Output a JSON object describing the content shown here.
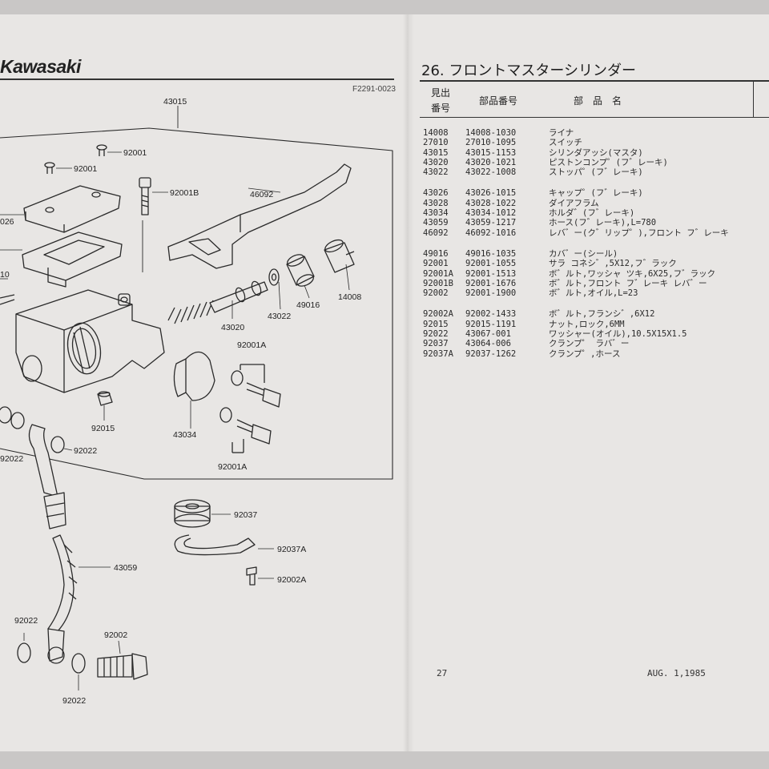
{
  "header": {
    "brand": "Kawasaki",
    "figure_code": "F2291-0023",
    "section_title": "26. フロントマスターシリンダー",
    "col_ref_line1": "見出",
    "col_ref_line2": "番号",
    "col_part_no": "部品番号",
    "col_part_name": "部　品　名"
  },
  "parts_groups": [
    [
      {
        "ref": "14008",
        "part_no": "14008-1030",
        "name": "ライナ"
      },
      {
        "ref": "27010",
        "part_no": "27010-1095",
        "name": "スイッチ"
      },
      {
        "ref": "43015",
        "part_no": "43015-1153",
        "name": "シリンダアッシ(マスタ)"
      },
      {
        "ref": "43020",
        "part_no": "43020-1021",
        "name": "ピストンコンプ゜(フ゛レーキ)"
      },
      {
        "ref": "43022",
        "part_no": "43022-1008",
        "name": "ストッパ゜(フ゛レーキ)"
      }
    ],
    [
      {
        "ref": "43026",
        "part_no": "43026-1015",
        "name": "キャップ゜(フ゛レーキ)"
      },
      {
        "ref": "43028",
        "part_no": "43028-1022",
        "name": "ダイアフラム"
      },
      {
        "ref": "43034",
        "part_no": "43034-1012",
        "name": "ホルダ゛(フ゛レーキ)"
      },
      {
        "ref": "43059",
        "part_no": "43059-1217",
        "name": "ホース(フ゛レーキ),L=780"
      },
      {
        "ref": "46092",
        "part_no": "46092-1016",
        "name": "レバ゛ー(ク゛リップ゜),フロント フ゛レーキ"
      }
    ],
    [
      {
        "ref": "49016",
        "part_no": "49016-1035",
        "name": "カバ゛ー(シール)"
      },
      {
        "ref": "92001",
        "part_no": "92001-1055",
        "name": "サラ コネシ゛,5X12,フ゛ラック"
      },
      {
        "ref": "92001A",
        "part_no": "92001-1513",
        "name": "ボ゛ルト,ワッシャ ツキ,6X25,フ゛ラック"
      },
      {
        "ref": "92001B",
        "part_no": "92001-1676",
        "name": "ボ゛ルト,フロント フ゛レーキ レバ゛ー"
      },
      {
        "ref": "92002",
        "part_no": "92001-1900",
        "name": "ボ゛ルト,オイル,L=23"
      }
    ],
    [
      {
        "ref": "92002A",
        "part_no": "92002-1433",
        "name": "ボ゛ルト,フランシ゛,6X12"
      },
      {
        "ref": "92015",
        "part_no": "92015-1191",
        "name": "ナット,ロック,6MM"
      },
      {
        "ref": "92022",
        "part_no": "43067-001",
        "name": "ワッシャー(オイル),10.5X15X1.5"
      },
      {
        "ref": "92037",
        "part_no": "43064-006",
        "name": "クランプ゜ ラバ゛ー"
      },
      {
        "ref": "92037A",
        "part_no": "92037-1262",
        "name": "クランプ゜,ホース"
      }
    ]
  ],
  "diagram_labels": {
    "l43015": "43015",
    "l92001a": "92001",
    "l92001b": "92001",
    "l92001B": "92001B",
    "l46092": "46092",
    "l026": "026",
    "l10": "10",
    "l14008": "14008",
    "l49016": "49016",
    "l43022": "43022",
    "l43020": "43020",
    "l92001A_top": "92001A",
    "l92015": "92015",
    "l43034": "43034",
    "l92001A_bot": "92001A",
    "l92022_a": "92022",
    "l92022_b": "92022",
    "l92037": "92037",
    "l92037A": "92037A",
    "l92002A": "92002A",
    "l43059": "43059",
    "l92022_c": "92022",
    "l92002": "92002",
    "l92022_d": "92022"
  },
  "footer": {
    "page_number": "27",
    "date": "AUG. 1,1985"
  }
}
